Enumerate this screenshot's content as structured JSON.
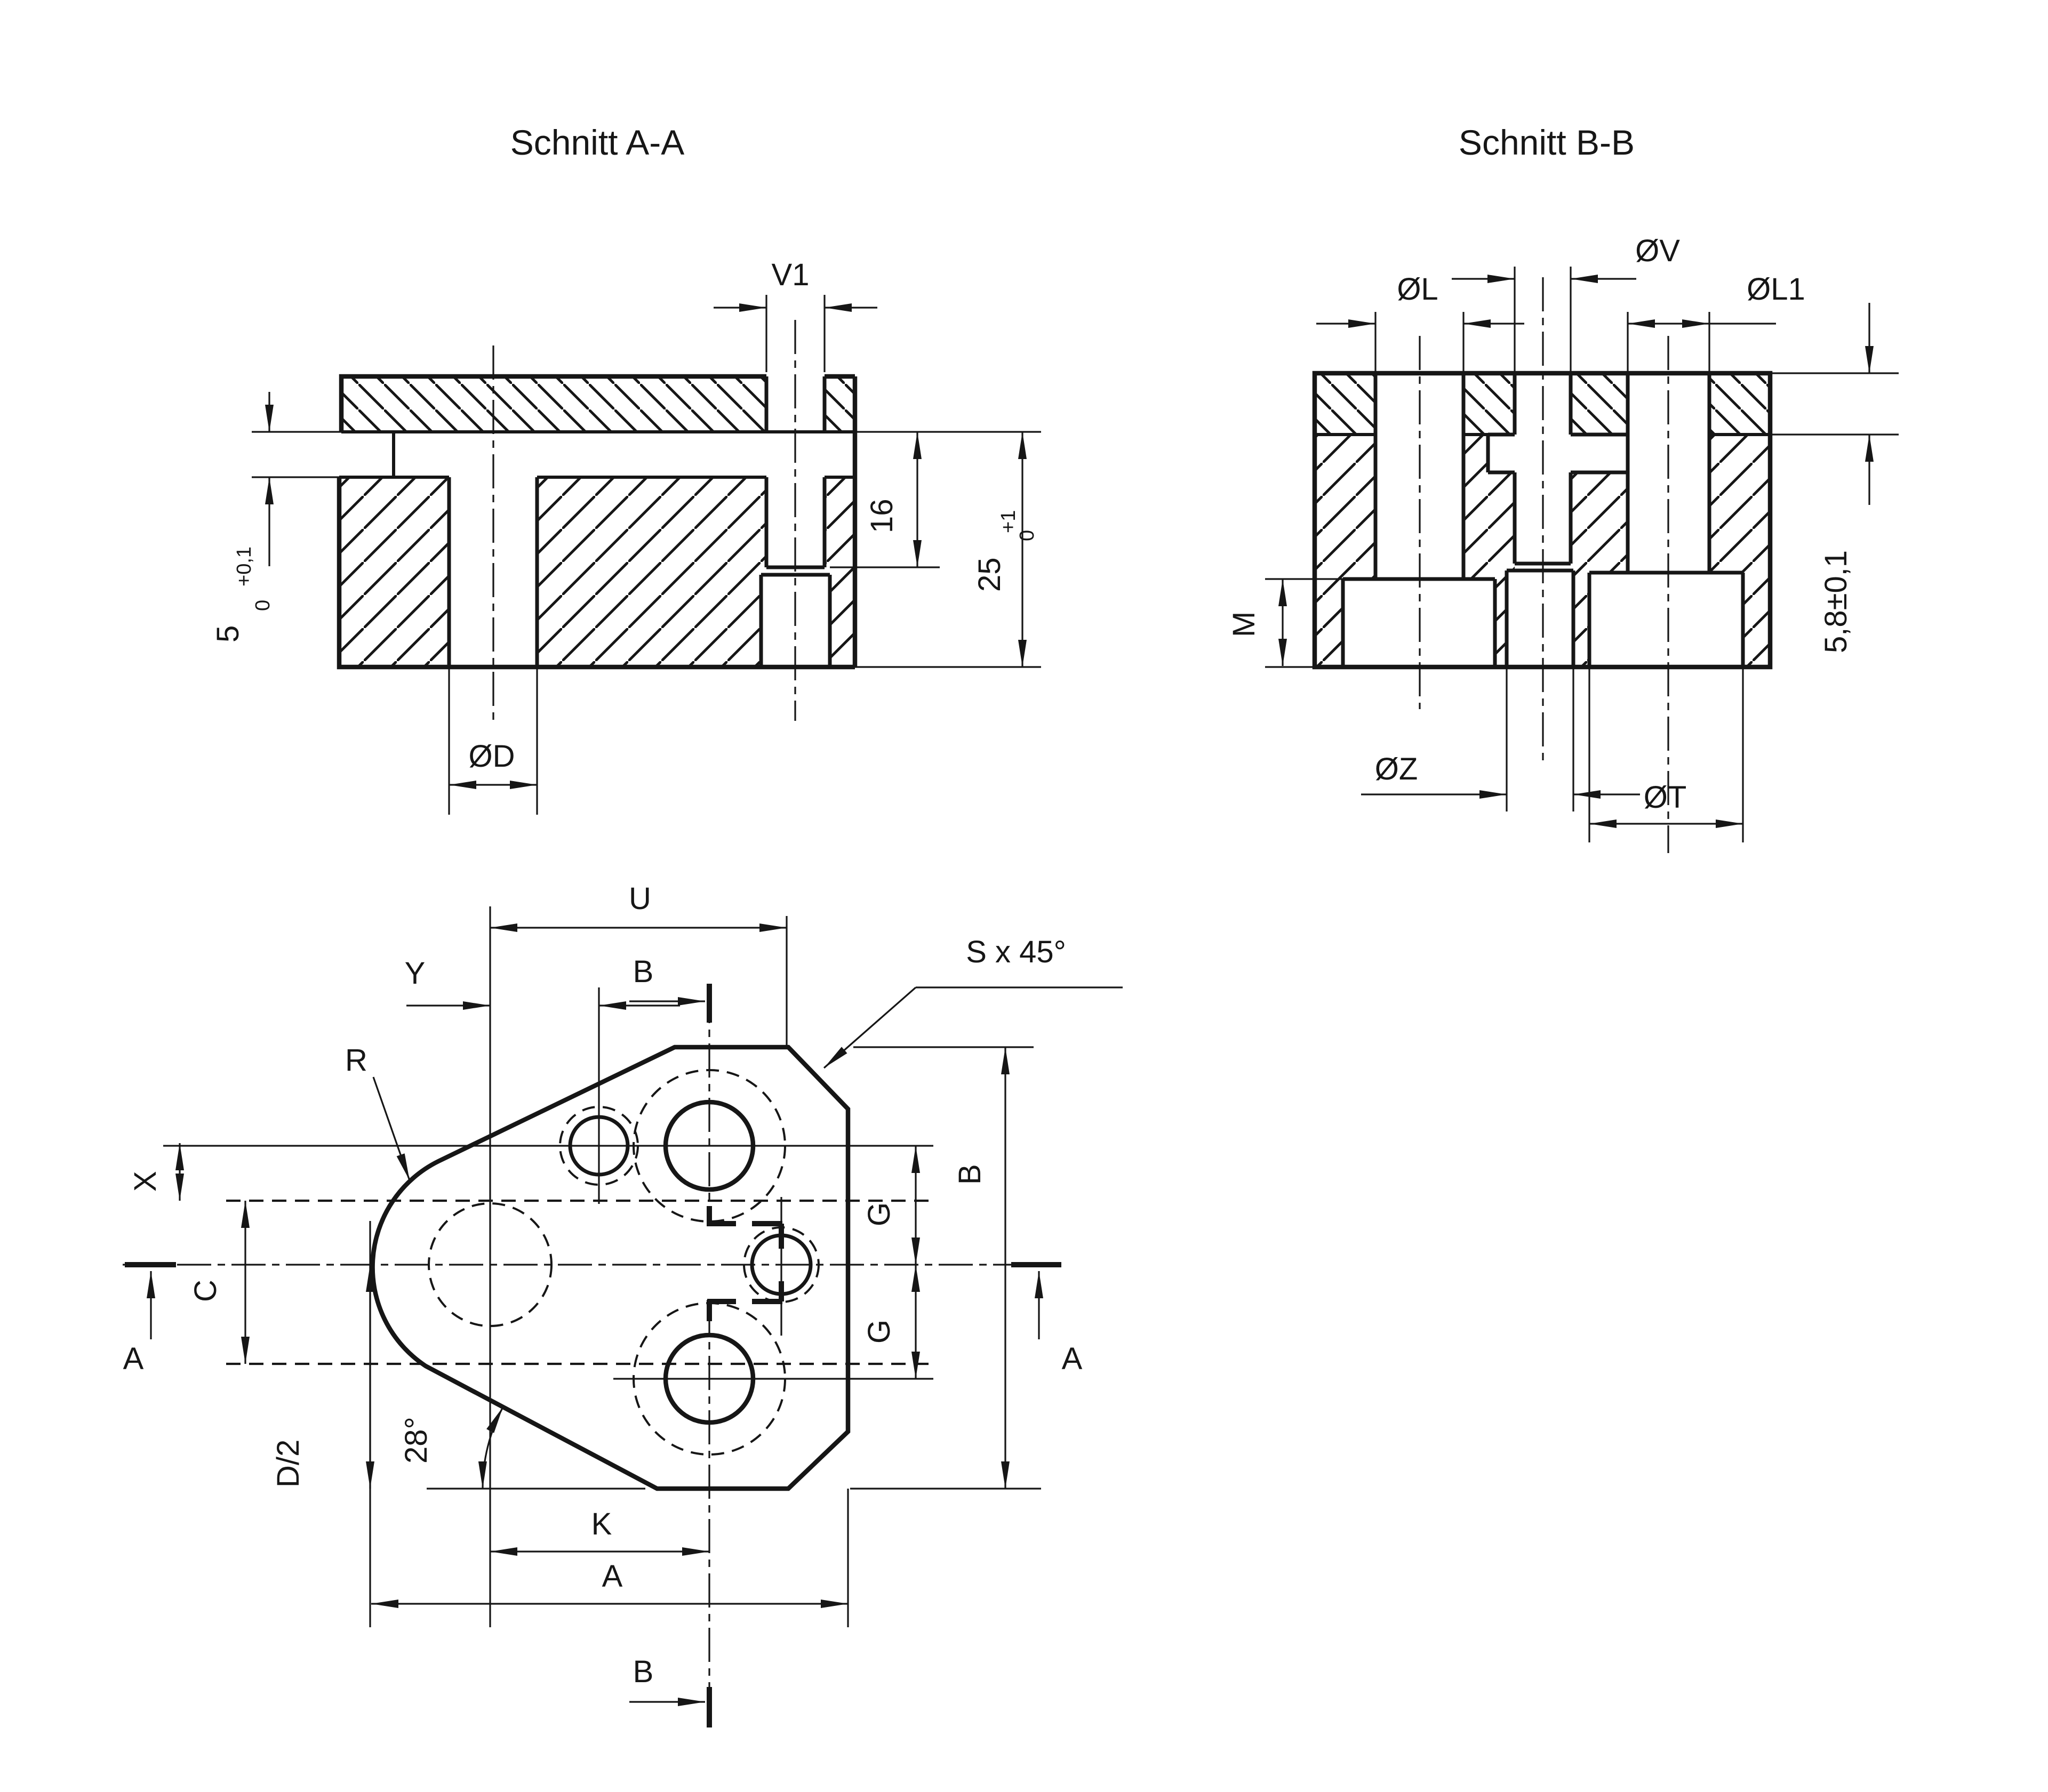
{
  "titles": {
    "section_a": "Schnitt A-A",
    "section_b": "Schnitt B-B"
  },
  "section_a": {
    "v1": "V1",
    "slot_base": "5",
    "slot_sup": "+0,1",
    "slot_sub": "0",
    "depth16": "16",
    "h25_base": "25",
    "h25_sup": "+1",
    "h25_sub": "0",
    "od": "ØD"
  },
  "section_b": {
    "ol": "ØL",
    "ov": "ØV",
    "ol1": "ØL1",
    "plate_thk": "5,8±0,1",
    "m": "M",
    "oz": "ØZ",
    "ot": "ØT"
  },
  "plan": {
    "u": "U",
    "b_top": "B",
    "y": "Y",
    "r": "R",
    "chamfer": "S  x  45°",
    "x": "X",
    "c": "C",
    "a_left": "A",
    "d_half": "D/2",
    "angle": "28°",
    "k": "K",
    "a_width": "A",
    "b_bottom": "B",
    "g_upper": "G",
    "g_lower": "G",
    "b_right": "B",
    "a_right": "A"
  }
}
